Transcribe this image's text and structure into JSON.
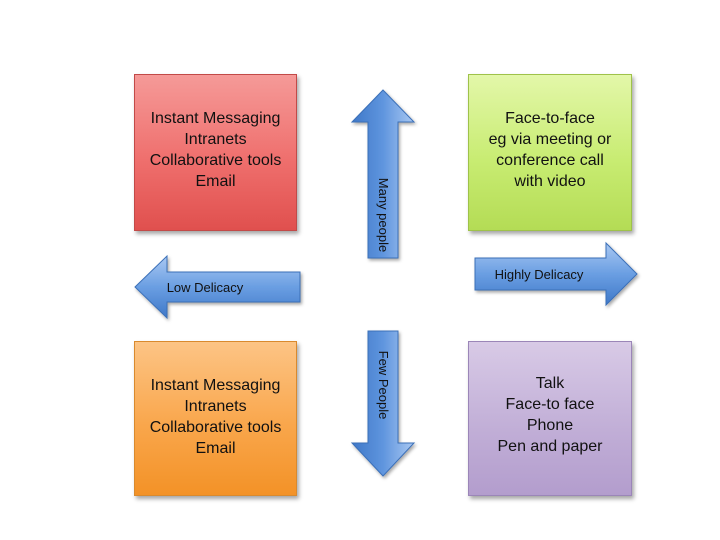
{
  "quadrants": {
    "top_left": [
      "Instant Messaging",
      "Intranets",
      "Collaborative tools",
      "Email"
    ],
    "top_right": [
      "Face-to-face",
      "eg via meeting or",
      "conference call",
      "with video"
    ],
    "bottom_left": [
      "Instant Messaging",
      "Intranets",
      "Collaborative tools",
      "Email"
    ],
    "bottom_right": [
      "Talk",
      "Face-to face",
      "Phone",
      "Pen and paper"
    ]
  },
  "arrows": {
    "up": "Many people",
    "down": "Few People",
    "left": "Low Delicacy",
    "right": "Highly Delicacy"
  },
  "colors": {
    "red_box": "#ef6f6d",
    "green_box": "#c8ec72",
    "orange_box": "#f9a64b",
    "purple_box": "#c0add6",
    "arrow_blue": "#4f86d0"
  }
}
